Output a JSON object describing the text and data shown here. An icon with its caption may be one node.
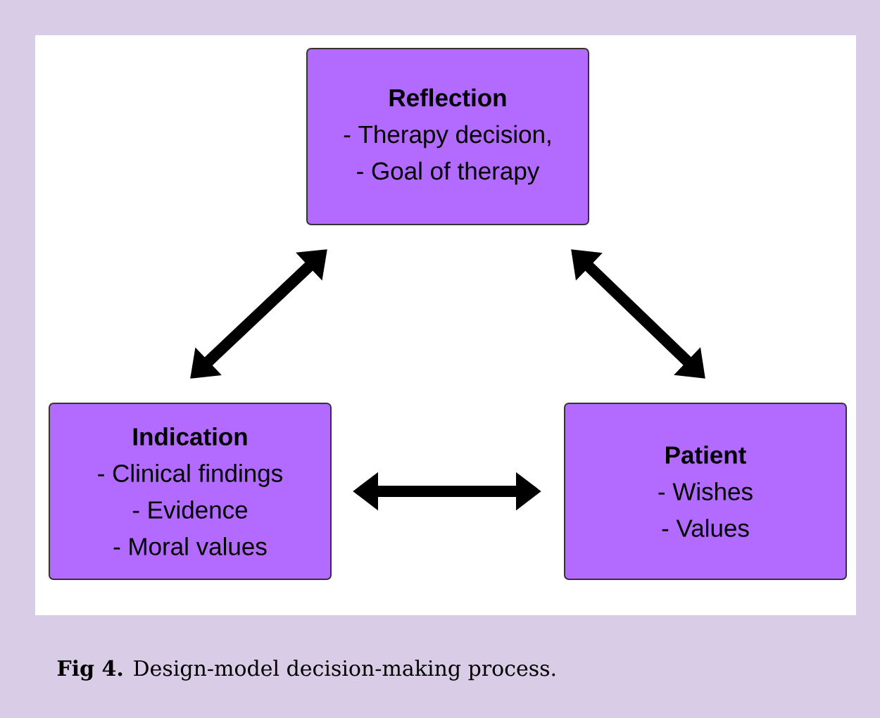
{
  "diagram": {
    "caption": "**Fig 4.** Design-model decision-making process.",
    "nodes": [
      {
        "text": [
          "Reflection",
          "- Therapy decision,",
          "- Goal of therapy"
        ]
      },
      {
        "text": [
          "Indication",
          "- Clinical findings",
          "- Evidence",
          "- Moral values"
        ]
      },
      {
        "text": [
          "Patient",
          "- Wishes",
          "- Values"
        ]
      }
    ],
    "edges": [
      {
        "from": 0,
        "to": 1,
        "arrow": "both"
      },
      {
        "from": 0,
        "to": 2,
        "arrow": "both"
      },
      {
        "from": 1,
        "to": 2,
        "arrow": "both"
      }
    ]
  }
}
